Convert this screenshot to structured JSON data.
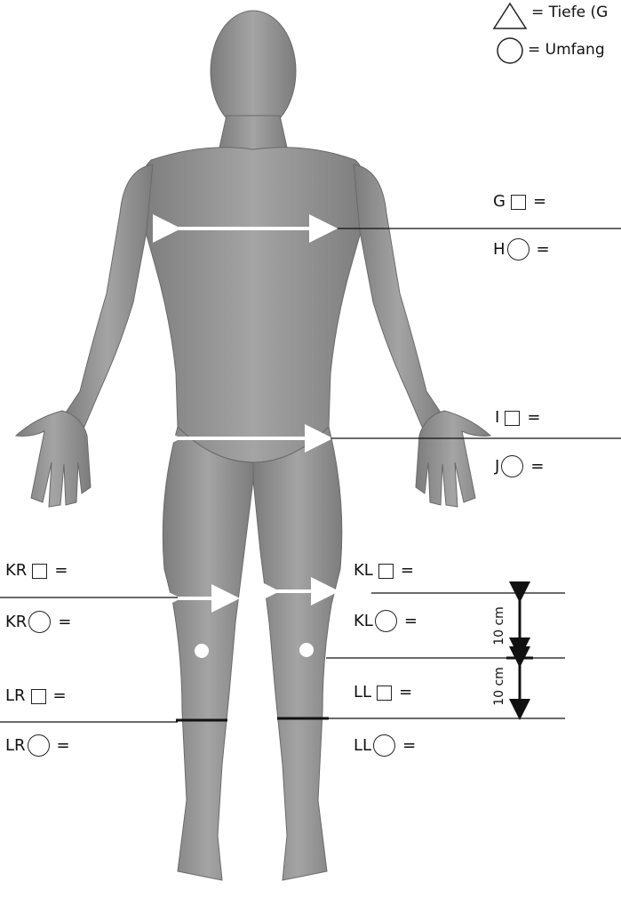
{
  "legend": {
    "triangle_text": "= Tiefe (G",
    "circle_text": "= Umfang"
  },
  "labels": {
    "g": {
      "letter": "G",
      "eq": "="
    },
    "h": {
      "letter": "H",
      "eq": "="
    },
    "i": {
      "letter": "I",
      "eq": "="
    },
    "j": {
      "letter": "J",
      "eq": "="
    },
    "kr_depth": {
      "letter": "KR",
      "eq": "="
    },
    "kr_circ": {
      "letter": "KR",
      "eq": "="
    },
    "kl_depth": {
      "letter": "KL",
      "eq": "="
    },
    "kl_circ": {
      "letter": "KL",
      "eq": "="
    },
    "lr_depth": {
      "letter": "LR",
      "eq": "="
    },
    "lr_circ": {
      "letter": "LR",
      "eq": "="
    },
    "ll_depth": {
      "letter": "LL",
      "eq": "="
    },
    "ll_circ": {
      "letter": "LL",
      "eq": "="
    }
  },
  "dimensions": {
    "upper": "10 cm",
    "lower": "10 cm"
  },
  "colors": {
    "body": "#8f8f8f",
    "body_shadow": "#6e6e6e",
    "arrow": "#ffffff",
    "line": "#111111"
  }
}
